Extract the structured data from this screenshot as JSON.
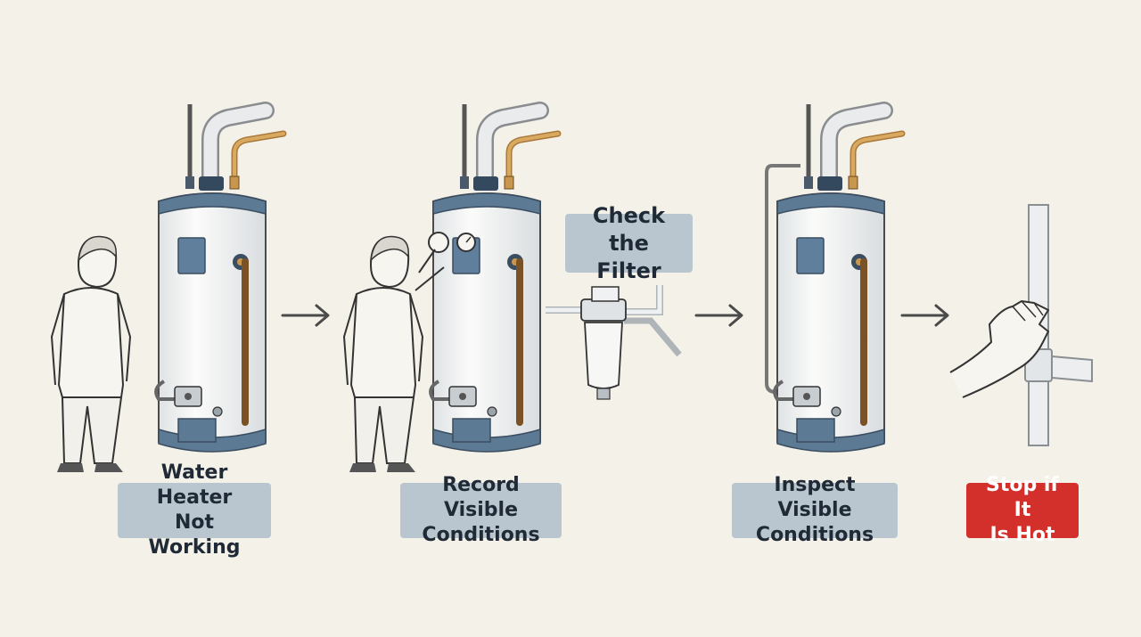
{
  "steps": [
    {
      "label": "Water Heater\nNot Working"
    },
    {
      "label": "Record Visible\nConditions"
    },
    {
      "label": "Inspect Visible\nConditions"
    },
    {
      "label": "Stop if It\nIs Hot"
    }
  ],
  "callout": {
    "label": "Check the\nFilter"
  },
  "colors": {
    "background": "#f4f1e8",
    "label_fill": "#b9c6cf",
    "warning_fill": "#d3302b",
    "tank_band": "#5d7a95",
    "copper": "#c9964e",
    "line": "#4a4a4a"
  },
  "icons": [
    "person-icon",
    "water-heater-icon",
    "filter-icon",
    "hand-icon",
    "arrow-right-icon"
  ]
}
